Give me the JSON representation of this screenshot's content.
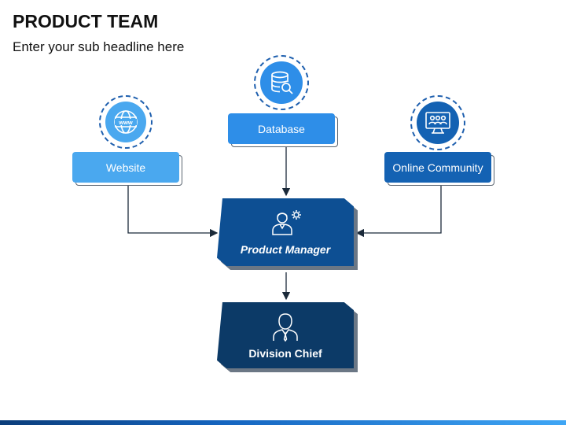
{
  "header": {
    "title": "PRODUCT TEAM",
    "subtitle": "Enter your sub headline here"
  },
  "nodes": {
    "website": {
      "label": "Website",
      "icon": "globe-www-icon",
      "color": "#4aa8ef"
    },
    "database": {
      "label": "Database",
      "icon": "database-search-icon",
      "color": "#2e8ee8"
    },
    "online_community": {
      "label": "Online Community",
      "icon": "monitor-people-icon",
      "color": "#1462b3"
    },
    "product_manager": {
      "label": "Product Manager",
      "icon": "manager-gear-icon",
      "color": "#0d4f93"
    },
    "division_chief": {
      "label": "Division Chief",
      "icon": "businessman-icon",
      "color": "#0c3a67"
    }
  },
  "colors": {
    "ring_border": "#1e5fae",
    "connector": "#1b2a3a",
    "accent_bar_start": "#0b3d7a",
    "accent_bar_end": "#3fa6f5"
  }
}
